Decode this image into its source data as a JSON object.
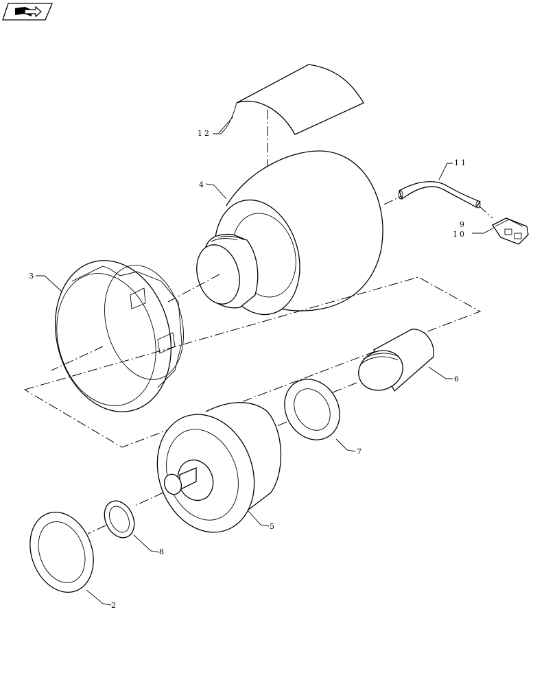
{
  "nav": {
    "icon": "book-with-arrow-icon"
  },
  "callouts": [
    {
      "id": "c12",
      "text": "12"
    },
    {
      "id": "c4",
      "text": "4"
    },
    {
      "id": "c11",
      "text": "11"
    },
    {
      "id": "c9",
      "text": "9"
    },
    {
      "id": "c10",
      "text": "10"
    },
    {
      "id": "c3",
      "text": "3"
    },
    {
      "id": "c6",
      "text": "6"
    },
    {
      "id": "c7",
      "text": "7"
    },
    {
      "id": "c5",
      "text": "5"
    },
    {
      "id": "c8",
      "text": "8"
    },
    {
      "id": "c2",
      "text": "2"
    }
  ]
}
